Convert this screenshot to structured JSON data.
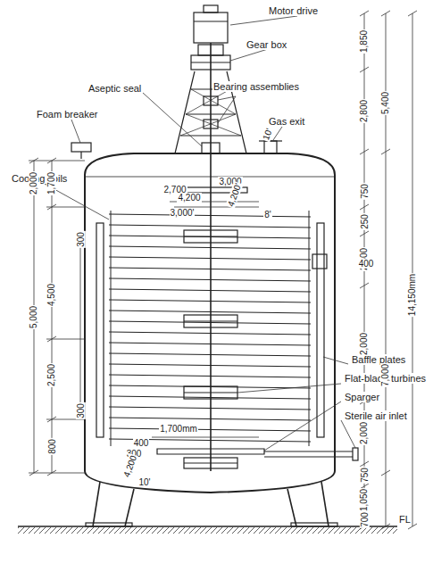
{
  "diagram": {
    "labels": [
      "Motor drive",
      "Gear box",
      "Aseptic seal",
      "Bearing assemblies",
      "Foam breaker",
      "Gas exit",
      "Cooling coils",
      "Baffle plates",
      "Flat-blade turbines",
      "Sparger",
      "Sterile air inlet",
      "FL",
      "1,850",
      "5,400",
      "2,800",
      "14,150mm",
      "750",
      "250",
      "2,500",
      "7,000",
      "2,000",
      "2,000",
      "750",
      "1,050",
      "700",
      "10'",
      "3,000",
      "2,700",
      "4,200",
      "4,200'",
      "8'",
      "3,000'",
      "2,000",
      "1,700",
      "4,500",
      "5,000",
      "2,500",
      "800",
      "300",
      "400",
      "300",
      "400",
      "300",
      "1,700mm",
      "4,200",
      "10'"
    ]
  }
}
